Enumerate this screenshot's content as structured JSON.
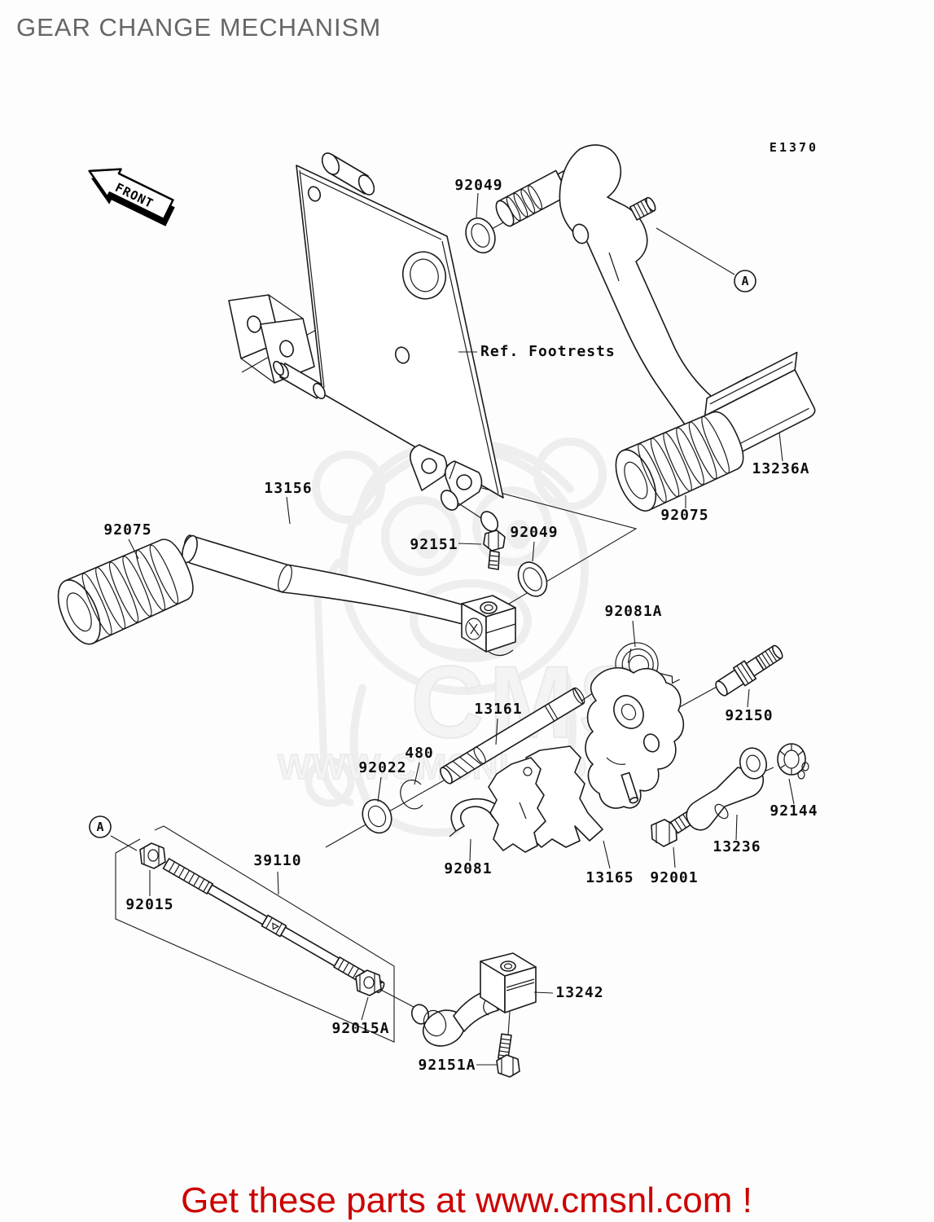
{
  "title": "GEAR CHANGE MECHANISM",
  "diagram": {
    "code": "E1370",
    "front_marker": "FRONT",
    "ref_note": "Ref. Footrests",
    "detail_marker": "A",
    "parts": [
      {
        "number": "92049"
      },
      {
        "number": "13236A"
      },
      {
        "number": "92075"
      },
      {
        "number": "13156"
      },
      {
        "number": "92075"
      },
      {
        "number": "92151"
      },
      {
        "number": "92049"
      },
      {
        "number": "92081A"
      },
      {
        "number": "13161"
      },
      {
        "number": "92150"
      },
      {
        "number": "480"
      },
      {
        "number": "92022"
      },
      {
        "number": "92144"
      },
      {
        "number": "92081"
      },
      {
        "number": "13165"
      },
      {
        "number": "92001"
      },
      {
        "number": "13236"
      },
      {
        "number": "39110"
      },
      {
        "number": "92015"
      },
      {
        "number": "92015A"
      },
      {
        "number": "13242"
      },
      {
        "number": "92151A"
      }
    ]
  },
  "watermark": {
    "logo_text": "CMS",
    "url_text": "WWW.CMSNL.COM"
  },
  "footer": {
    "text": "Get these parts at www.cmsnl.com !",
    "color": "#cc0000"
  }
}
